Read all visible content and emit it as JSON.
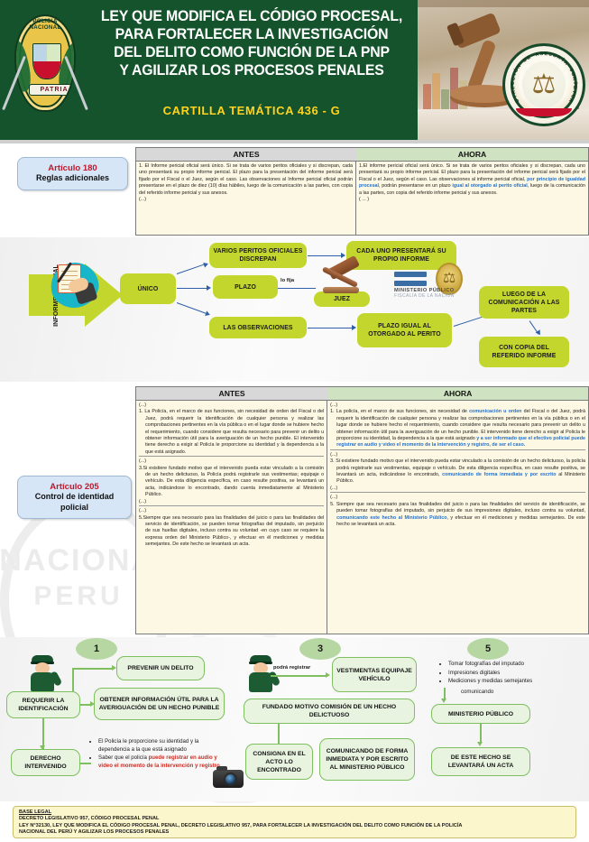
{
  "header": {
    "title_lines": [
      "LEY QUE MODIFICA EL CÓDIGO PROCESAL,",
      "PARA FORTALECER LA INVESTIGACIÓN",
      "DEL DELITO COMO FUNCIÓN DE LA PNP",
      "Y AGILIZAR LOS PROCESOS PENALES"
    ],
    "cartilla": "CARTILLA TEMÁTICA 436 - G",
    "crest_arc_text": "POLICIA NACIONAL",
    "crest_sub_text": "DEL PERÚ",
    "crest_banner": "PATRIA",
    "seal_ring_text": "DIRECCIÓN DE ASESORÍA JURÍDICA",
    "colors": {
      "banner_green": "#14532c",
      "cartilla_yellow": "#ffd21f"
    }
  },
  "watermark": {
    "line1": "NACIONAL",
    "line2": "PERU"
  },
  "article180": {
    "label_article": "Artículo 180",
    "label_subtitle": "Reglas adicionales",
    "header_antes": "ANTES",
    "header_ahora": "AHORA",
    "antes_text": "1. El Informe pericial oficial será único. Si se trata de varios peritos oficiales y si discrepan, cada uno presentará su propio informe pericial. El plazo para la presentación del informe pericial será fijado por el Fiscal o el Juez, según el caso. Las observaciones al Informe pericial oficial podrán presentarse en el plazo de diez (10) días hábiles, luego de la comunicación a las partes, con copia del referido informe pericial y sus anexos.",
    "antes_tail": "(...)",
    "ahora_pre": "1.El informe pericial oficial será único. Si se trata de varios peritos oficiales y si discrepan, cada uno presentará su propio informe pericial. El plazo para la presentación del informe pericial será fijado por el Fiscal o el Juez, según el caso. Las observaciones al informe pericial oficial, ",
    "ahora_hl1": "por principio de igualdad procesal",
    "ahora_mid": ", podrán presentarse en un plazo ",
    "ahora_hl2": "igual al otorgado al perito oficial",
    "ahora_post": ", luego de la comunicación a las partes, con copia del referido informe pericial y sus anexos.",
    "ahora_tail": "( ... )"
  },
  "diagram1": {
    "source_label": "INFORME PERICIAL",
    "unico": "ÚNICO",
    "varios_peritos": "VARIOS PERITOS OFICIALES DISCREPAN",
    "plazo": "PLAZO",
    "lo_fija": "lo fija",
    "juez": "JUEZ",
    "las_observaciones": "LAS OBSERVACIONES",
    "cada_uno": "CADA UNO PRESENTARÁ SU PROPIO INFORME",
    "plazo_igual": "PLAZO IGUAL AL OTORGADO AL PERITO",
    "luego_comunicacion": "LUEGO DE LA COMUNICACIÓN A LAS PARTES",
    "con_copia": "CON COPIA DEL REFERIDO INFORME",
    "mp_line1": "MINISTERIO PÚBLICO",
    "mp_line2": "FISCALÍA DE LA NACIÓN",
    "box_color": "#c3d62d",
    "arrow_color": "#2f5fa8"
  },
  "article205": {
    "label_article": "Artículo 205",
    "label_subtitle": "Control de identidad policial",
    "header_antes": "ANTES",
    "header_ahora": "AHORA",
    "antes": {
      "e1_tail": "(...)",
      "e1": "1. La Policía, en el marco de sus funciones, sin necesidad de orden del Fiscal o del Juez, podrá requerir la identificación de cualquier persona y realizar las comprobaciones pertinentes en la vía pública o en el lugar donde se hubiere hecho el requerimiento, cuando considere que resulta necesario para prevenir un delito u obtener información útil para la averiguación de un hecho punible. El intervenido tiene derecho a exigir al Policía le proporcione su identidad y la dependencia a la que está asignado.",
      "e3_tail": "(...)",
      "e3": "3.Si existiere fundado motivo que el intervenido pueda estar vinculado a la comisión de un hecho delictuoso, la Policía podrá registrarle sus vestimentas; equipaje o vehículo. De esta diligencia específica, en caso resulte positiva, se levantará un acta, indicándose lo encontrado, dando cuenta inmediatamente al Ministerio Público.",
      "e3_close": "(...)",
      "e5_tail": "(...)",
      "e5": "5.Siempre que sea necesario para las finalidades del juicio o para las finalidades del servicio de identificación, se pueden tomar fotografías del imputado, sin perjuicio de sus huellas digitales, incluso contra su voluntad -en cuyo caso se requiere la expresa orden del Ministerio Público-, y efectuar en él mediciones y medidas semejantes. De este hecho se levantará un acta."
    },
    "ahora": {
      "e1_tail": "(...)",
      "e1_pre": "1. La policía, en el marco de sus funciones, sin necesidad de ",
      "e1_hl1": "comunicación u orden",
      "e1_mid": " del Fiscal o del Juez, podrá requerir la identificación de cualquier persona y realizar las comprobaciones pertinentes en la vía pública o en el lugar donde se hubiere hecho el requerimiento, cuando considere que resulta necesario para prevenir un delito u obtener información útil para la averiguación de un hecho punible. El intervenido tiene derecho a exigir al Policía le proporcione su identidad, la dependencia a la que está asignado ",
      "e1_hl2": "y a ser informado que el efectivo policial puede registrar en audio y video el momento de la intervención y registro, de ser el caso.",
      "e3_tail": "(...)",
      "e3_pre": "3. Si existiere fundado motivo que el intervenido pueda estar vinculado a la comisión de un hecho delictuoso, la policía podrá registrarle sus vestimentas, equipaje o vehículo. De esta diligencia específica, en caso resulte positiva, se levantará un acta, indicándose lo encontrado, ",
      "e3_hl": "comunicando de forma inmediata y por escrito",
      "e3_post": " al Ministerio Público.",
      "e3_close": "(...)",
      "e5_tail": "(...)",
      "e5_pre": "5. Siempre que sea necesario para las finalidades del juicio o para las finalidades del servicio de identificación, se pueden tomar fotografías del imputado, sin perjuicio de sus impresiones digitales, incluso contra su voluntad, ",
      "e5_hl": "comunicando este hecho al Ministerio Público",
      "e5_post": ", y efectuar en él mediciones y medidas semejantes. De este hecho se levantará un acta."
    }
  },
  "diagram2": {
    "num1": "1",
    "num3": "3",
    "num5": "5",
    "requerir": "REQUERIR LA IDENTIFICACIÓN",
    "prevenir": "PREVENIR UN DELITO",
    "obtener": "OBTENER INFORMACIÓN ÚTIL PARA LA AVERIGUACIÓN DE UN HECHO PUNIBLE",
    "derecho": "DERECHO INTERVENIDO",
    "bullet1": "El Policía le proporcione su identidad y la dependencia a la que está asignado",
    "bullet2_pre": "Saber que el policía ",
    "bullet2_hl": "puede registrar en audio y video el momento de la intervención y registro",
    "podra_registrar": "podrá registrar",
    "vestimentas": "VESTIMENTAS EQUIPAJE VEHÍCULO",
    "fundado": "FUNDADO MOTIVO COMISIÓN DE UN HECHO DELICTUOSO",
    "consigna": "CONSIGNA EN EL ACTO LO ENCONTRADO",
    "comunicando_box": "COMUNICANDO DE FORMA INMEDIATA Y POR ESCRITO AL MINISTERIO PÚBLICO",
    "b5_1": "Tomar fotografías del imputado",
    "b5_2": "Impresiones digitales",
    "b5_3": "Mediciones y medidas semejantes",
    "comunicando": "comunicando",
    "ministerio": "MINISTERIO PÚBLICO",
    "acta": "DE ESTE HECHO SE LEVANTARÁ UN ACTA",
    "box_color": "#e8f3e0",
    "border_color": "#7fbf60"
  },
  "footer": {
    "title": "BASE LEGAL",
    "line1": "DECRETO LEGISLATIVO 957, CÓDIGO PROCESAL PENAL",
    "line2": "LEY N°32130, LEY QUE MODIFICA EL CÓDIGO PROCESAL PENAL, DECRETO LEGISLATIVO 957, PARA FORTALECER LA INVESTIGACIÓN DEL DELITO COMO FUNCIÓN DE LA POLICÍA",
    "line3": "NACIONAL DEL PERÚ Y AGILIZAR LOS PROCESOS PENALES"
  }
}
